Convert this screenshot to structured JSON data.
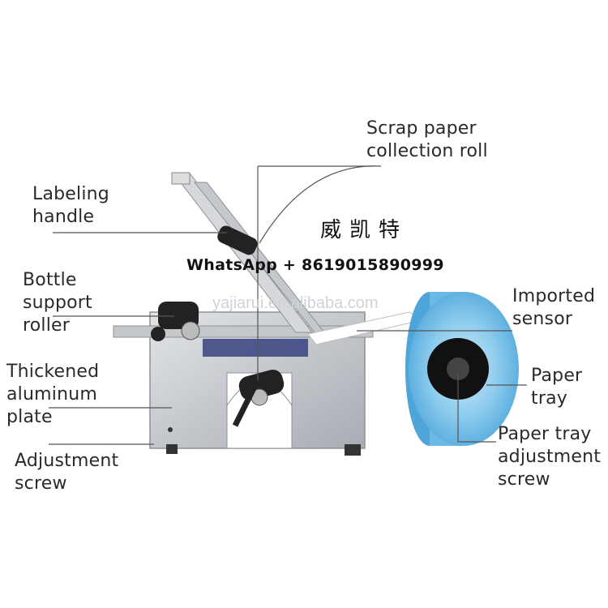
{
  "labels": {
    "scrap_roll": [
      "Scrap paper",
      "collection roll"
    ],
    "handle": [
      "Labeling",
      "handle"
    ],
    "roller": [
      "Bottle",
      "support",
      "roller"
    ],
    "plate": [
      "Thickened",
      "aluminum",
      "plate"
    ],
    "adj": [
      "Adjustment",
      "screw"
    ],
    "sensor": [
      "Imported",
      "sensor"
    ],
    "tray": [
      "Paper",
      "tray"
    ],
    "tray_adj": [
      "Paper tray",
      "adjustment",
      "screw"
    ]
  },
  "overlay": {
    "brand_cn": "威凯特",
    "whatsapp": "WhatsApp + 8619015890999",
    "website": "yajiarui.en.alibaba.com"
  },
  "colors": {
    "metal": "#c9ccd0",
    "metal_dark": "#8d9096",
    "roll_blue": "#7fc3e8",
    "text": "#2a2a2a"
  }
}
